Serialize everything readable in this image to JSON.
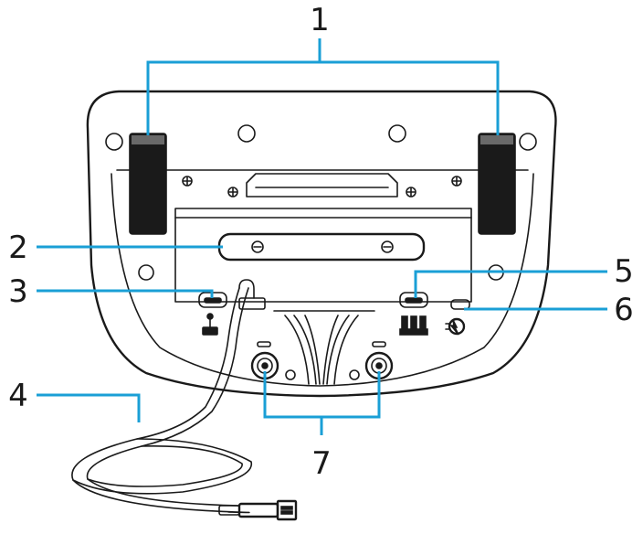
{
  "colors": {
    "leader": "#1a9fd6",
    "ink": "#1a1a1a",
    "background": "#ffffff"
  },
  "callouts": [
    {
      "id": 1,
      "label": "1"
    },
    {
      "id": 2,
      "label": "2"
    },
    {
      "id": 3,
      "label": "3"
    },
    {
      "id": 4,
      "label": "4"
    },
    {
      "id": 5,
      "label": "5"
    },
    {
      "id": 6,
      "label": "6"
    },
    {
      "id": 7,
      "label": "7"
    }
  ],
  "icons": {
    "callout_3": "joystick-icon",
    "callout_5": "pedals-icon",
    "callout_6": "power-plug-icon"
  }
}
